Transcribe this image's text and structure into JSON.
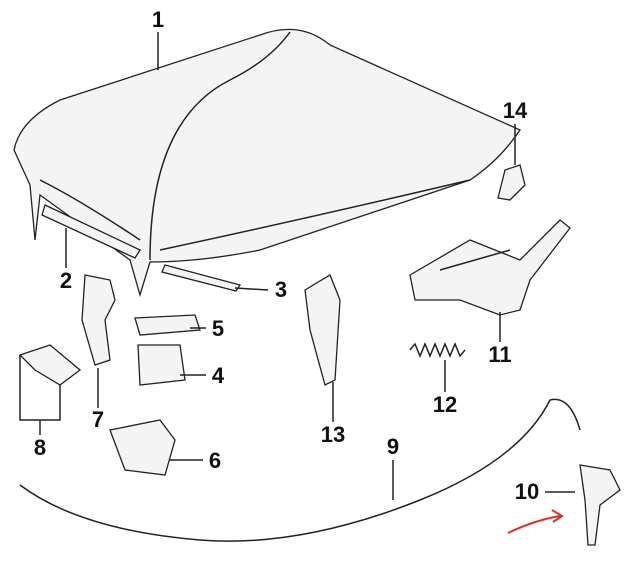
{
  "diagram": {
    "callouts": [
      {
        "id": "1",
        "label": "1"
      },
      {
        "id": "2",
        "label": "2"
      },
      {
        "id": "3",
        "label": "3"
      },
      {
        "id": "4",
        "label": "4"
      },
      {
        "id": "5",
        "label": "5"
      },
      {
        "id": "6",
        "label": "6"
      },
      {
        "id": "7",
        "label": "7"
      },
      {
        "id": "8",
        "label": "8"
      },
      {
        "id": "9",
        "label": "9"
      },
      {
        "id": "10",
        "label": "10"
      },
      {
        "id": "11",
        "label": "11"
      },
      {
        "id": "12",
        "label": "12"
      },
      {
        "id": "13",
        "label": "13"
      },
      {
        "id": "14",
        "label": "14"
      }
    ],
    "highlight_color": "#e0301e"
  }
}
